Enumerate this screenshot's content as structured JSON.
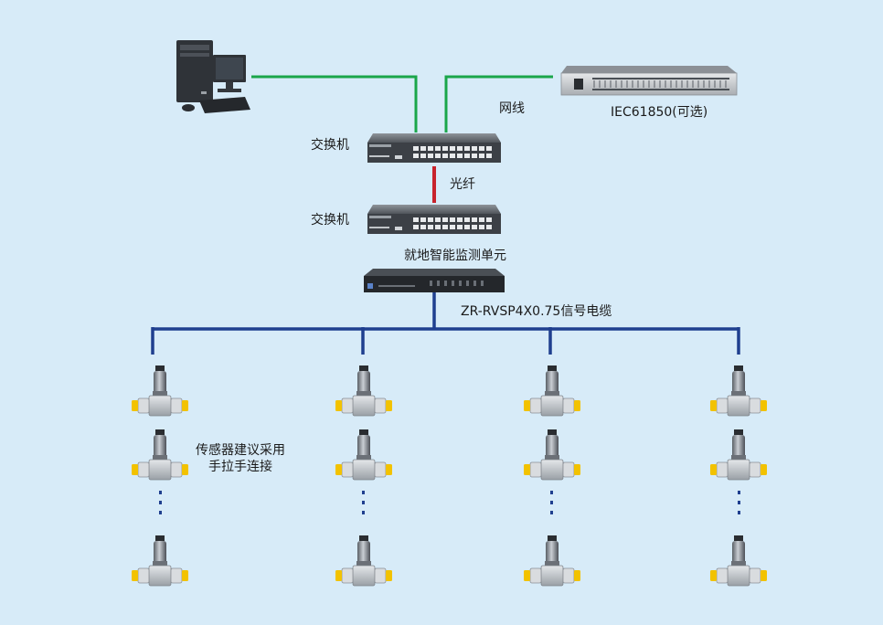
{
  "labels": {
    "switch_top": "交换机",
    "switch_bottom": "交换机",
    "network_cable": "网线",
    "iec_device": "IEC61850(可选)",
    "fiber": "光纤",
    "monitor_unit": "就地智能监测单元",
    "signal_cable": "ZR-RVSP4X0.75信号电缆",
    "sensor_note_line1": "传感器建议采用",
    "sensor_note_line2": "手拉手连接"
  },
  "colors": {
    "background": "#d7ebf8",
    "network_line": "#1aa64a",
    "fiber_line": "#c8232c",
    "signal_line": "#1f3f8f"
  },
  "sensor_columns": 4,
  "sensors_per_column_shown": 3
}
